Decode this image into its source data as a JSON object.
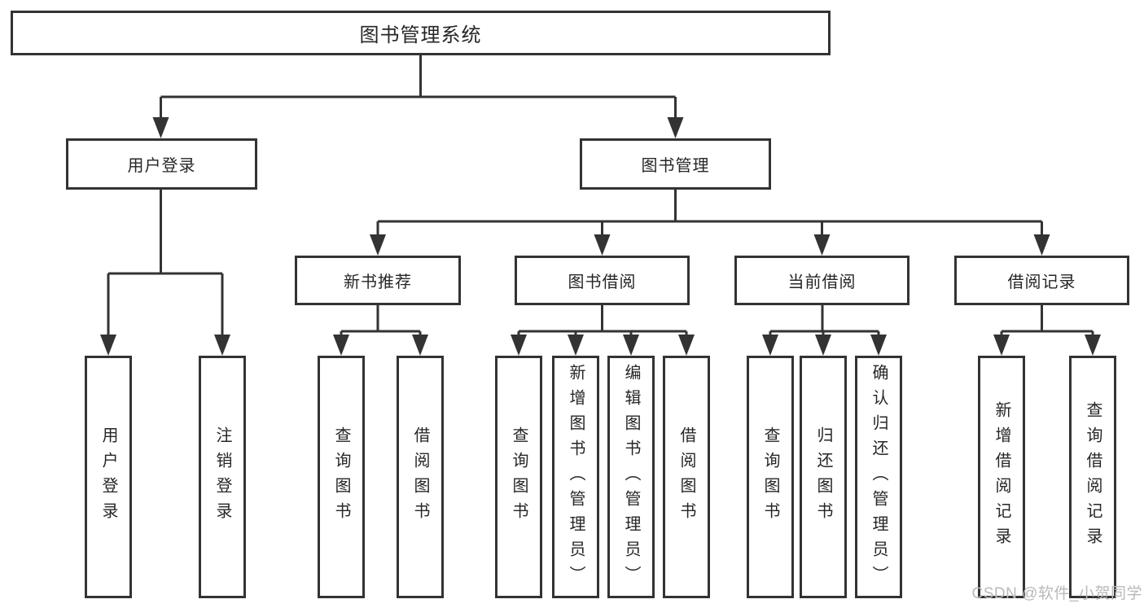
{
  "tree": {
    "label": "图书管理系统",
    "children": [
      {
        "label": "用户登录",
        "children": [
          {
            "label": "用户登录"
          },
          {
            "label": "注销登录"
          }
        ]
      },
      {
        "label": "图书管理",
        "children": [
          {
            "label": "新书推荐",
            "children": [
              {
                "label": "查询图书"
              },
              {
                "label": "借阅图书"
              }
            ]
          },
          {
            "label": "图书借阅",
            "children": [
              {
                "label": "查询图书"
              },
              {
                "label": "新增图书（管理员）"
              },
              {
                "label": "编辑图书（管理员）"
              },
              {
                "label": "借阅图书"
              }
            ]
          },
          {
            "label": "当前借阅",
            "children": [
              {
                "label": "查询图书"
              },
              {
                "label": "归还图书"
              },
              {
                "label": "确认归还（管理员）"
              }
            ]
          },
          {
            "label": "借阅记录",
            "children": [
              {
                "label": "新增借阅记录"
              },
              {
                "label": "查询借阅记录"
              }
            ]
          }
        ]
      }
    ]
  },
  "watermark": {
    "text": "CSDN @软件_小贺同学"
  },
  "colors": {
    "line": "#333333",
    "text": "#262626",
    "watermark": "#b9b9b9",
    "background": "#ffffff"
  }
}
